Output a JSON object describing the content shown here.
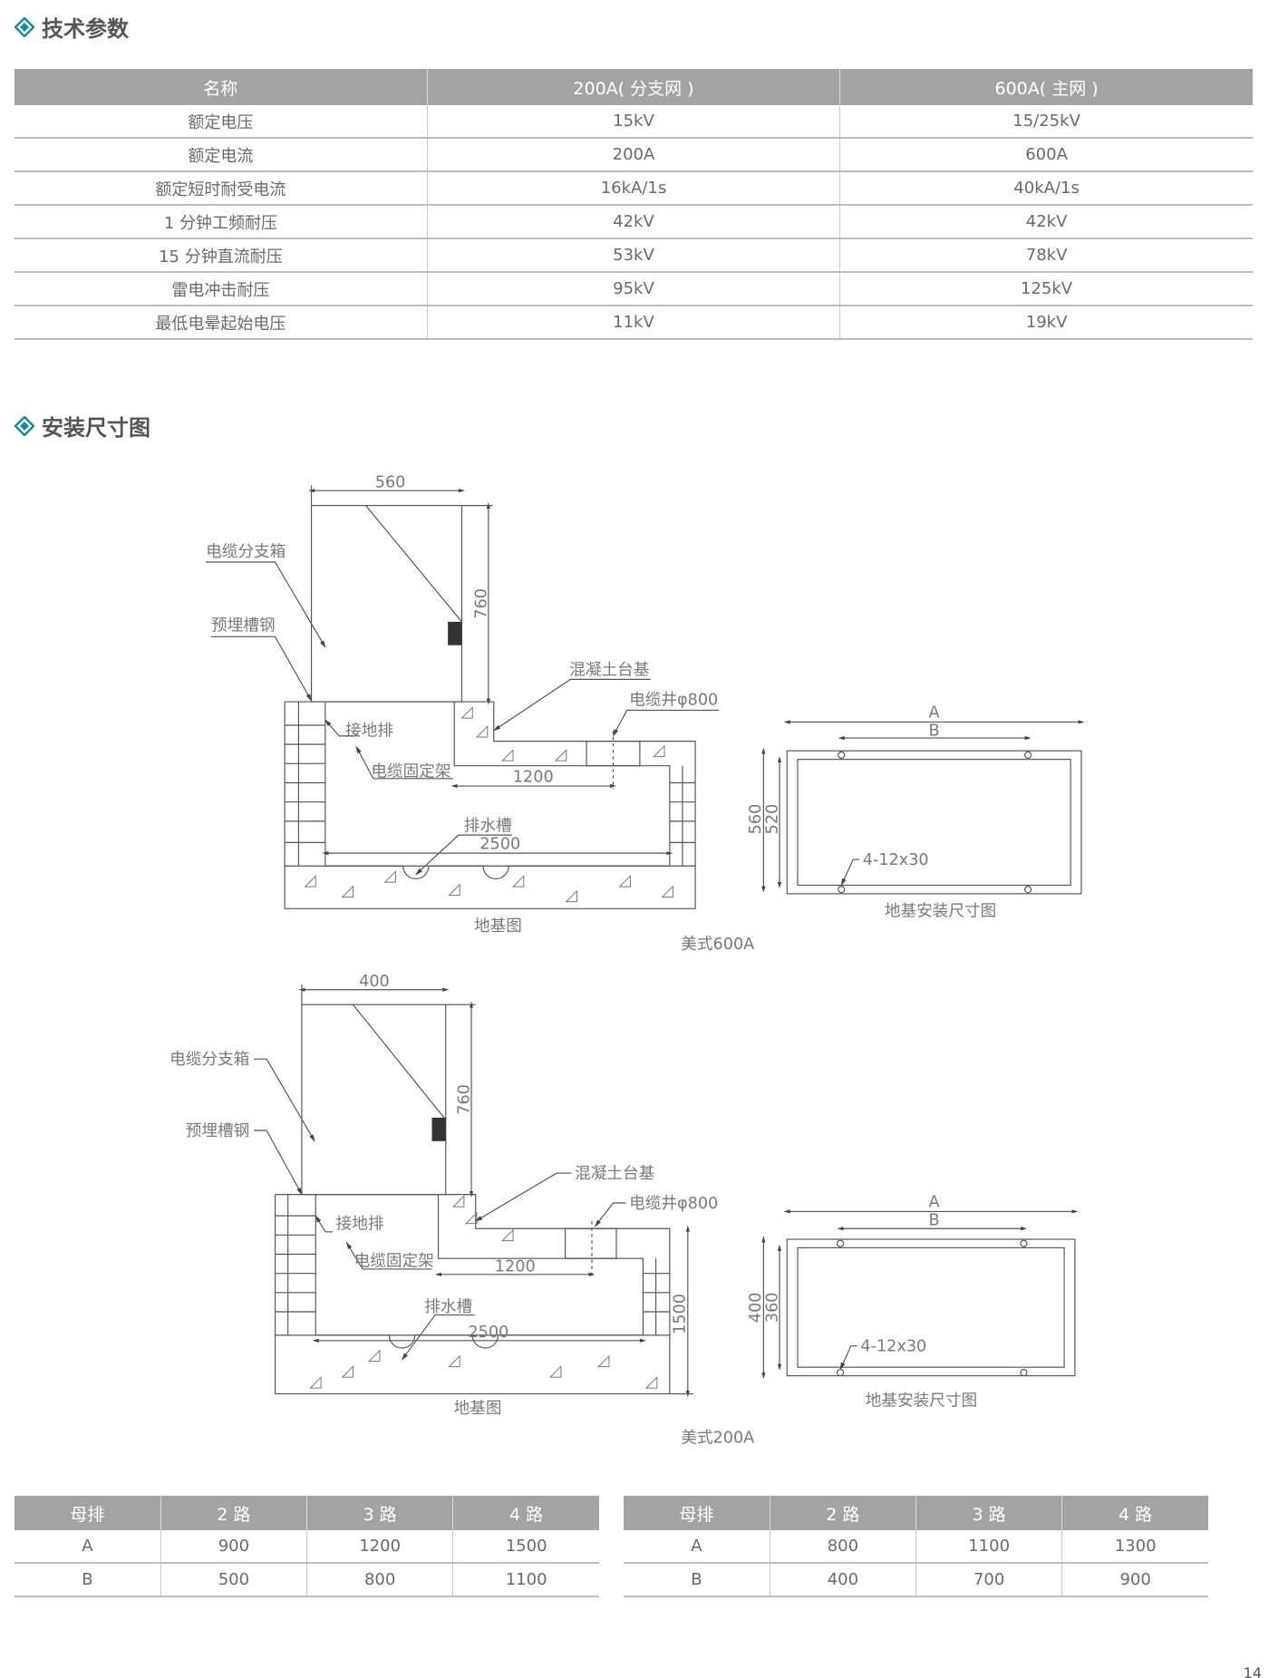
{
  "sections": {
    "tech_params": "技术参数",
    "install_dims": "安装尺寸图"
  },
  "spec_table": {
    "headers": [
      "名称",
      "200A( 分支网 )",
      "600A( 主网 )"
    ],
    "rows": [
      [
        "额定电压",
        "15kV",
        "15/25kV"
      ],
      [
        "额定电流",
        "200A",
        "600A"
      ],
      [
        "额定短时耐受电流",
        "16kA/1s",
        "40kA/1s"
      ],
      [
        "1 分钟工频耐压",
        "42kV",
        "42kV"
      ],
      [
        "15 分钟直流耐压",
        "53kV",
        "78kV"
      ],
      [
        "雷电冲击耐压",
        "95kV",
        "125kV"
      ],
      [
        "最低电晕起始电压",
        "11kV",
        "19kV"
      ]
    ]
  },
  "diagram_600": {
    "dim_width": "560",
    "dim_height": "760",
    "dim_1200": "1200",
    "dim_2500": "2500",
    "label_box": "电缆分支箱",
    "label_channel": "预埋槽钢",
    "label_concrete": "混凝土台基",
    "label_well": "电缆井φ800",
    "label_ground": "接地排",
    "label_bracket": "电缆固定架",
    "label_drain": "排水槽",
    "caption_foundation": "地基图",
    "plan_a": "A",
    "plan_b": "B",
    "plan_outer": "560",
    "plan_inner": "520",
    "plan_holes": "4-12x30",
    "caption_plan": "地基安装尺寸图",
    "caption": "美式600A"
  },
  "diagram_200": {
    "dim_width": "400",
    "dim_height": "760",
    "dim_1200": "1200",
    "dim_2500": "2500",
    "dim_1500": "1500",
    "label_box": "电缆分支箱",
    "label_channel": "预埋槽钢",
    "label_concrete": "混凝土台基",
    "label_well": "电缆井φ800",
    "label_ground": "接地排",
    "label_bracket": "电缆固定架",
    "label_drain": "排水槽",
    "caption_foundation": "地基图",
    "plan_a": "A",
    "plan_b": "B",
    "plan_outer": "400",
    "plan_inner": "360",
    "plan_holes": "4-12x30",
    "caption_plan": "地基安装尺寸图",
    "caption": "美式200A"
  },
  "bus_tables": [
    {
      "headers": [
        "母排",
        "2 路",
        "3 路",
        "4 路"
      ],
      "rows": [
        [
          "A",
          "900",
          "1200",
          "1500"
        ],
        [
          "B",
          "500",
          "800",
          "1100"
        ]
      ]
    },
    {
      "headers": [
        "母排",
        "2 路",
        "3 路",
        "4 路"
      ],
      "rows": [
        [
          "A",
          "800",
          "1100",
          "1300"
        ],
        [
          "B",
          "400",
          "700",
          "900"
        ]
      ]
    }
  ],
  "page_number": "14",
  "colors": {
    "accent": "#1a8a9a",
    "header_bg": "#a3a3a3"
  }
}
